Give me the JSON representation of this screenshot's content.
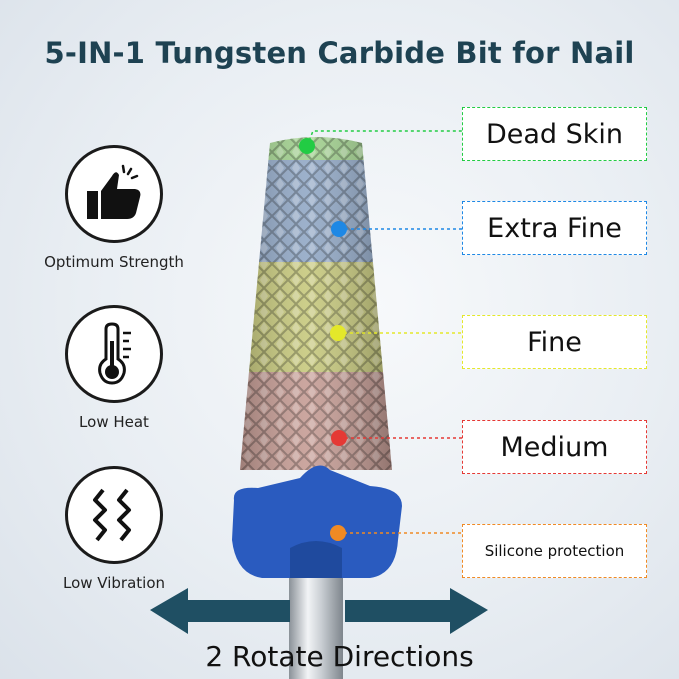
{
  "title": "5-IN-1 Tungsten Carbide Bit for Nail",
  "features": [
    {
      "label": "Optimum Strength",
      "icon": "thumbs-up-icon"
    },
    {
      "label": "Low Heat",
      "icon": "thermometer-icon"
    },
    {
      "label": "Low Vibration",
      "icon": "vibration-icon"
    }
  ],
  "zones": [
    {
      "label": "Dead Skin",
      "color": "#22cc44"
    },
    {
      "label": "Extra Fine",
      "color": "#1e88e5"
    },
    {
      "label": "Fine",
      "color": "#e4e82a"
    },
    {
      "label": "Medium",
      "color": "#e53935"
    },
    {
      "label": "Silicone protection",
      "color": "#f08a24"
    }
  ],
  "bottom_label": "2 Rotate Directions",
  "colors": {
    "title": "#1e4252",
    "arrow": "#1f4f63",
    "silicone_cap": "#2a5bbf"
  }
}
